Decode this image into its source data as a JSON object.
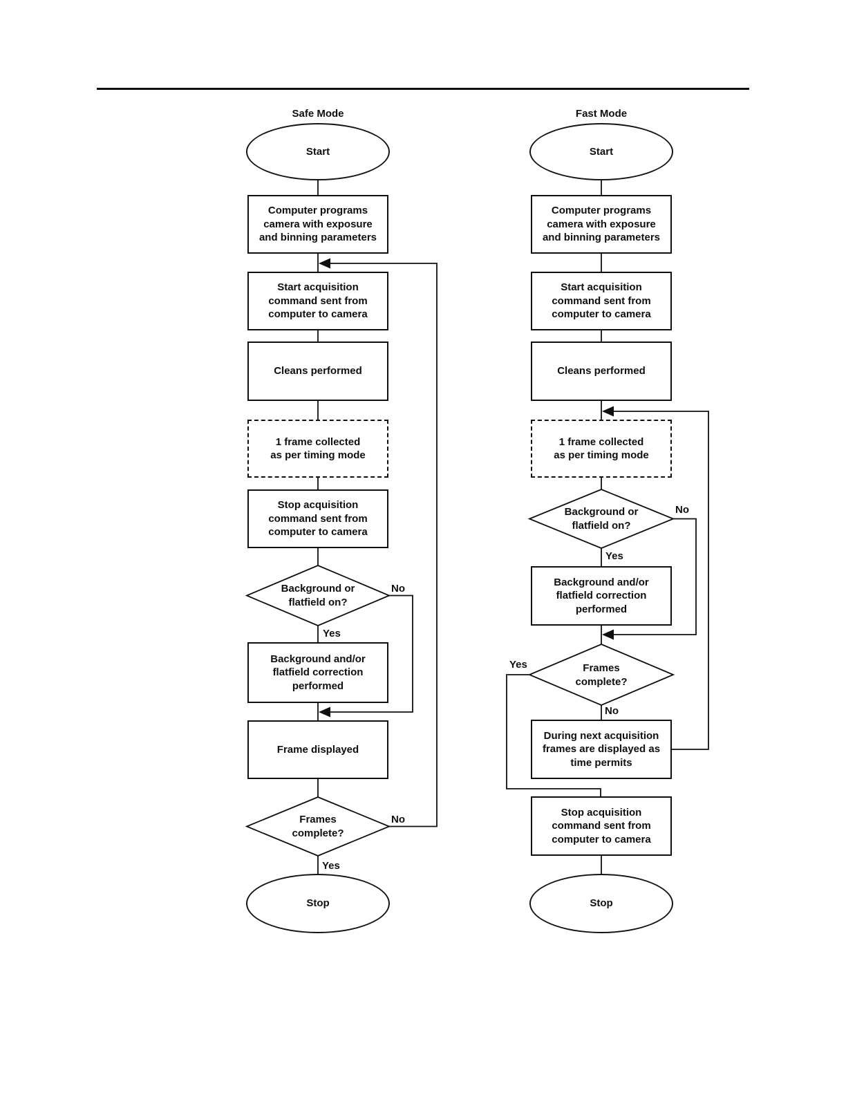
{
  "safe": {
    "title": "Safe Mode",
    "start": "Start",
    "program": "Computer programs\ncamera with exposure\nand binning parameters",
    "start_acq": "Start acquisition\ncommand sent from\ncomputer to camera",
    "cleans": "Cleans performed",
    "frame_collected": "1 frame collected\nas per timing mode",
    "stop_acq": "Stop acquisition\ncommand sent from\ncomputer to camera",
    "bg_decision": "Background or\nflatfield on?",
    "bg_correction": "Background and/or\nflatfield correction\nperformed",
    "frame_displayed": "Frame displayed",
    "frames_decision": "Frames\ncomplete?",
    "stop": "Stop",
    "bg_yes": "Yes",
    "bg_no": "No",
    "frames_yes": "Yes",
    "frames_no": "No"
  },
  "fast": {
    "title": "Fast Mode",
    "start": "Start",
    "program": "Computer programs\ncamera with exposure\nand binning parameters",
    "start_acq": "Start acquisition\ncommand sent from\ncomputer to camera",
    "cleans": "Cleans performed",
    "frame_collected": "1 frame collected\nas per timing mode",
    "bg_decision": "Background or\nflatfield on?",
    "bg_correction": "Background and/or\nflatfield correction\nperformed",
    "frames_decision": "Frames\ncomplete?",
    "during": "During next acquisition\nframes are displayed as\ntime permits",
    "stop_acq": "Stop acquisition\ncommand sent from\ncomputer to camera",
    "stop": "Stop",
    "bg_yes": "Yes",
    "bg_no": "No",
    "frames_yes": "Yes",
    "frames_no": "No"
  },
  "colors": {
    "ink": "#0f0f0f",
    "paper": "#ffffff"
  }
}
